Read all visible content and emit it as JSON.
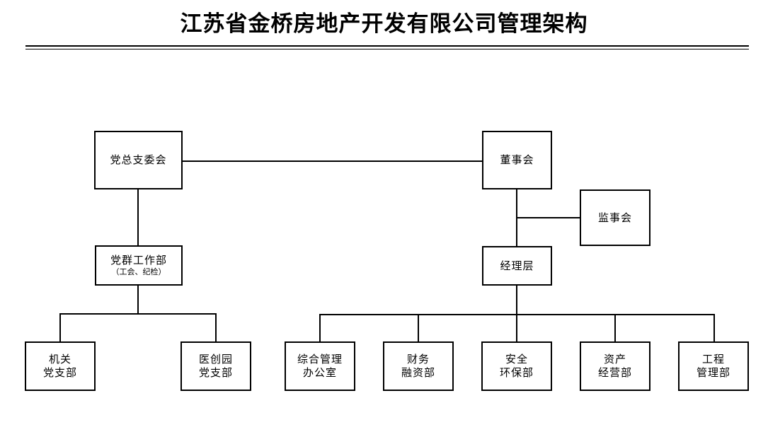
{
  "title": "江苏省金桥房地产开发有限公司管理架构",
  "chart_type": "org-chart",
  "nodes": {
    "party_committee": {
      "line1": "党总支委会",
      "line2": ""
    },
    "board": {
      "line1": "董事会",
      "line2": ""
    },
    "supervisors": {
      "line1": "监事会",
      "line2": ""
    },
    "party_work_dept": {
      "line1": "党群工作部",
      "line2": "（工会、纪检）"
    },
    "management": {
      "line1": "经理层",
      "line2": ""
    },
    "branch_organ": {
      "line1": "机关",
      "line2": "党支部"
    },
    "branch_yichuangyuan": {
      "line1": "医创园",
      "line2": "党支部"
    },
    "dept_admin": {
      "line1": "综合管理",
      "line2": "办公室"
    },
    "dept_finance": {
      "line1": "财务",
      "line2": "融资部"
    },
    "dept_safety": {
      "line1": "安全",
      "line2": "环保部"
    },
    "dept_assets": {
      "line1": "资产",
      "line2": "经营部"
    },
    "dept_engineering": {
      "line1": "工程",
      "line2": "管理部"
    }
  },
  "colors": {
    "line": "#000000",
    "box_border": "#000000",
    "background": "#ffffff",
    "text": "#000000"
  }
}
